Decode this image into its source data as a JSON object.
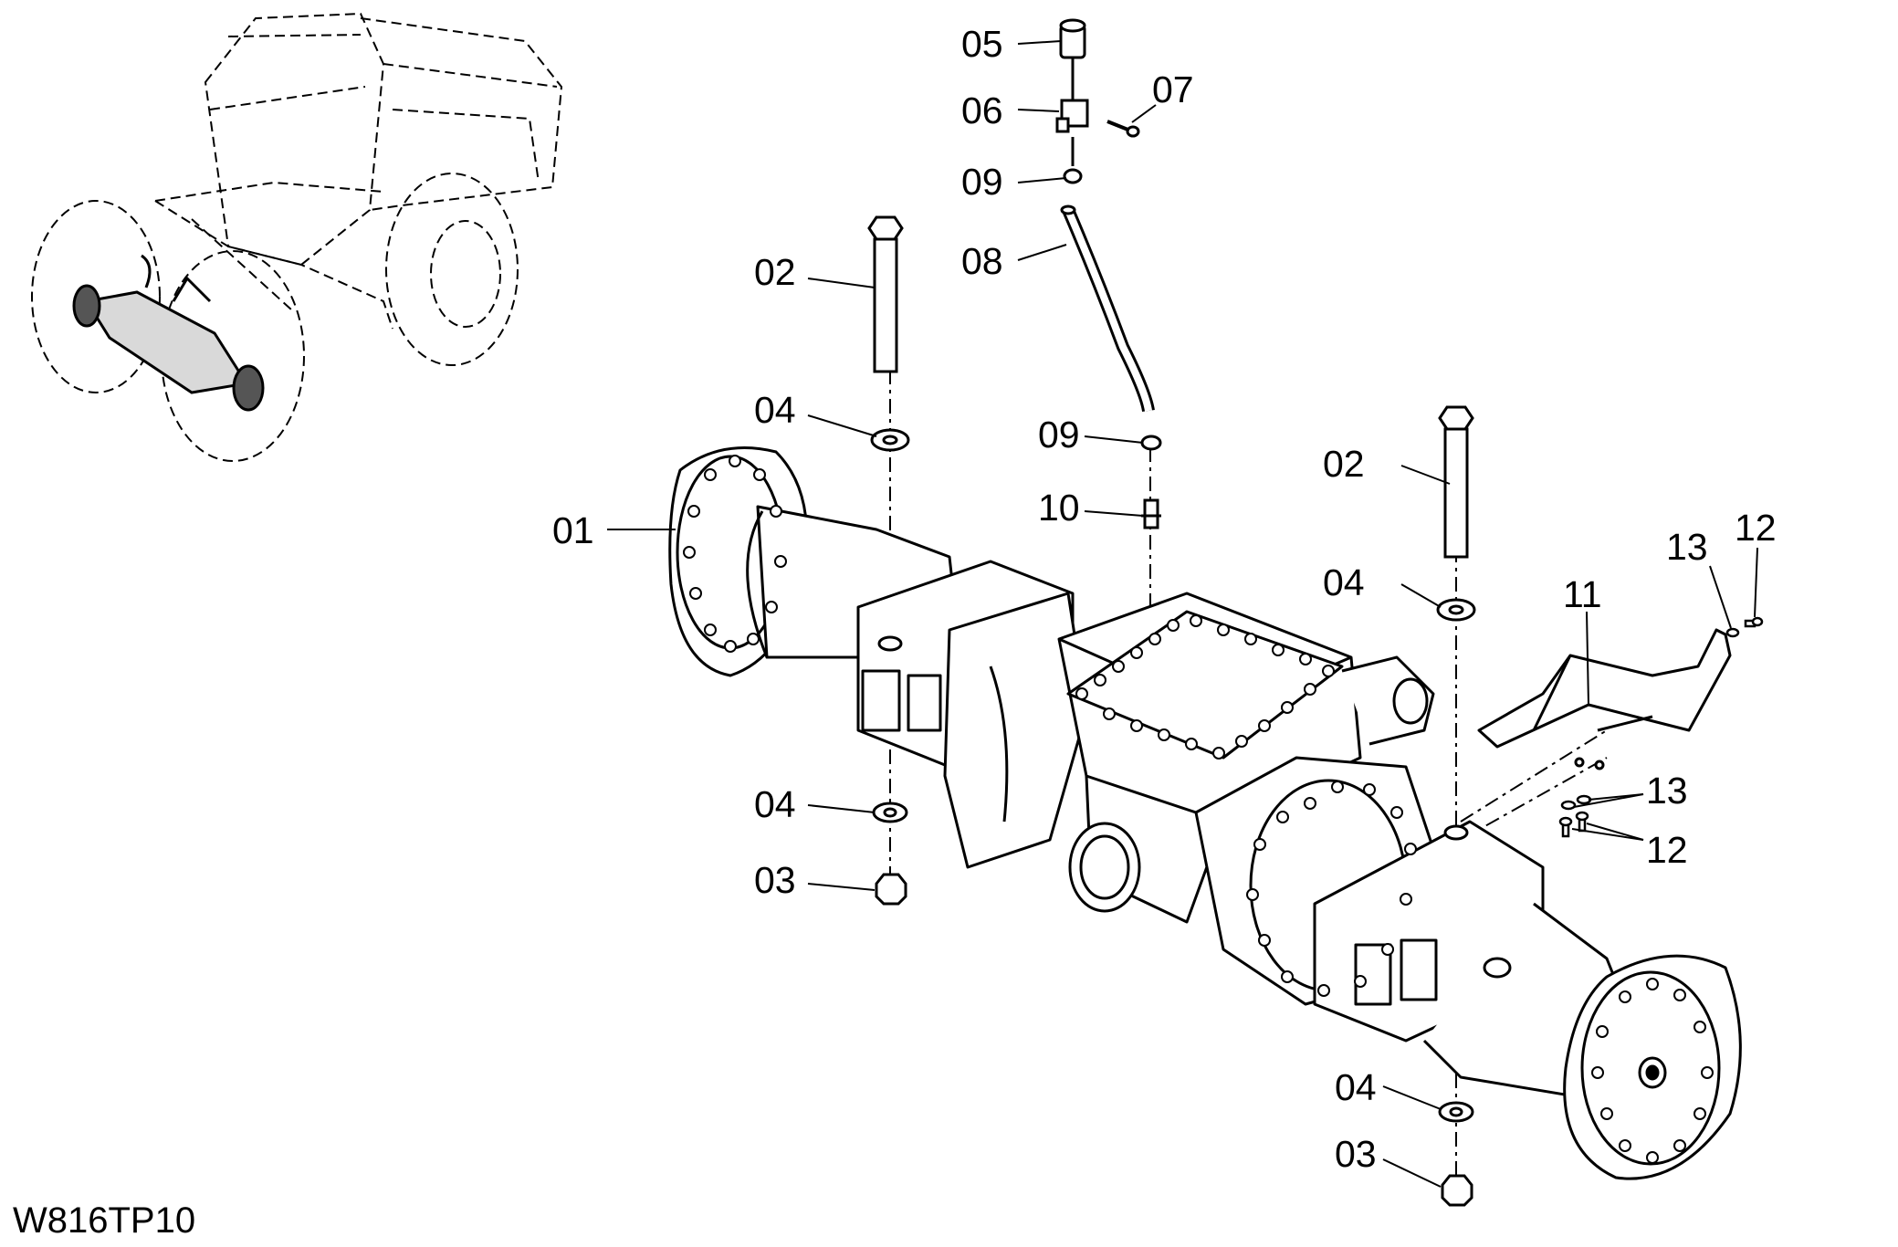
{
  "drawing_id": "W816TP10",
  "callouts": {
    "c01": "01",
    "c02a": "02",
    "c02b": "02",
    "c03a": "03",
    "c03b": "03",
    "c04a": "04",
    "c04b": "04",
    "c04c": "04",
    "c04d": "04",
    "c05": "05",
    "c06": "06",
    "c07": "07",
    "c08": "08",
    "c09a": "09",
    "c09b": "09",
    "c10": "10",
    "c11": "11",
    "c12a": "12",
    "c12b": "12",
    "c13a": "13",
    "c13b": "13"
  }
}
